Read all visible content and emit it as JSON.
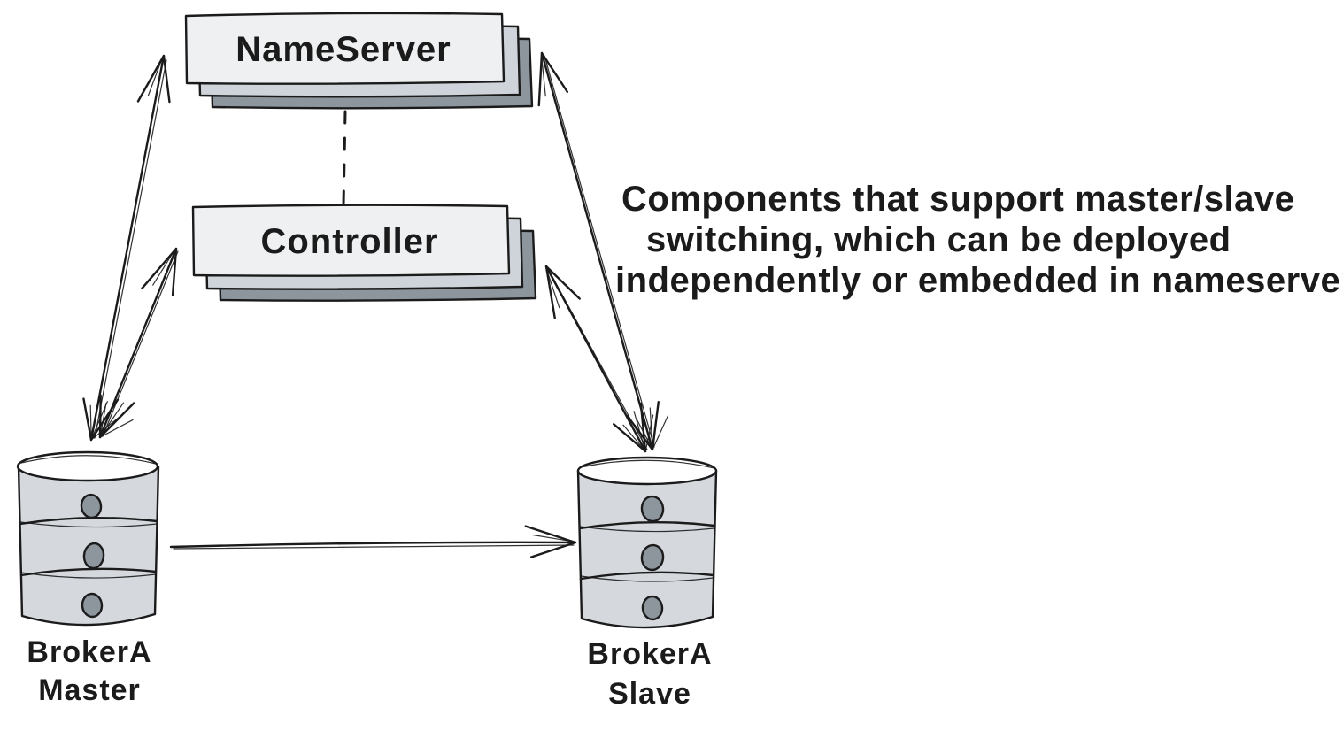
{
  "nodes": {
    "nameserver": {
      "label": "NameServer"
    },
    "controller": {
      "label": "Controller"
    },
    "broker_master": {
      "name": "BrokerA",
      "role": "Master"
    },
    "broker_slave": {
      "name": "BrokerA",
      "role": "Slave"
    }
  },
  "annotation": {
    "line1": "Components that support master/slave",
    "line2": "switching, which can be deployed",
    "line3": "independently or embedded in nameserver"
  },
  "edges": [
    {
      "from": "broker_master",
      "to": "nameserver",
      "style": "solid",
      "direction": "bidirectional"
    },
    {
      "from": "broker_master",
      "to": "controller",
      "style": "solid",
      "direction": "bidirectional"
    },
    {
      "from": "broker_slave",
      "to": "nameserver",
      "style": "solid",
      "direction": "bidirectional"
    },
    {
      "from": "broker_slave",
      "to": "controller",
      "style": "solid",
      "direction": "bidirectional"
    },
    {
      "from": "broker_master",
      "to": "broker_slave",
      "style": "solid",
      "direction": "forward"
    },
    {
      "from": "nameserver",
      "to": "controller",
      "style": "dashed",
      "direction": "none"
    }
  ],
  "colors": {
    "stroke": "#1b1b1b",
    "card_front": "#eef0f1",
    "card_mid": "#ced4da",
    "card_back": "#8d959d",
    "cylinder_body": "#d5d9de",
    "cylinder_top": "#ffffff",
    "knob_fill": "#8d959d",
    "background": "#ffffff"
  }
}
